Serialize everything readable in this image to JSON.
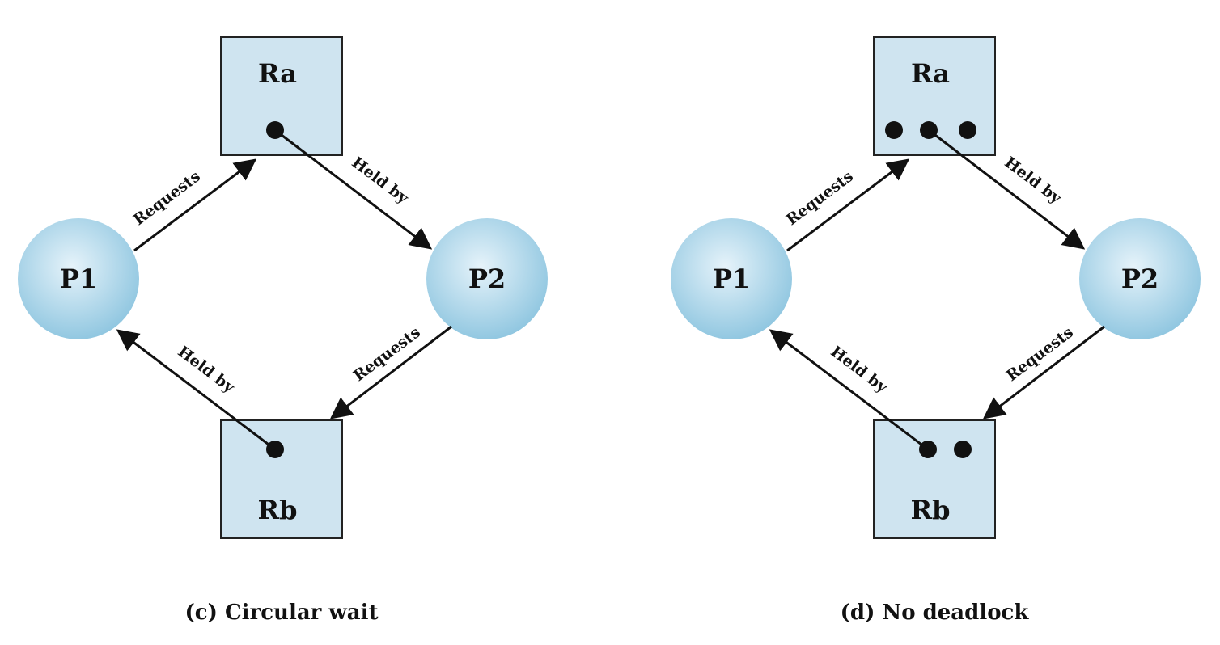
{
  "diagrams": [
    {
      "caption": "(c) Circular wait",
      "processes": [
        "P1",
        "P2"
      ],
      "resources": [
        "Ra",
        "Rb"
      ],
      "ra_instances": 1,
      "rb_instances": 1,
      "edges": {
        "p1_to_ra": "Requests",
        "ra_to_p2": "Held by",
        "p2_to_rb": "Requests",
        "rb_to_p1": "Held by"
      }
    },
    {
      "caption": "(d) No deadlock",
      "processes": [
        "P1",
        "P2"
      ],
      "resources": [
        "Ra",
        "Rb"
      ],
      "ra_instances": 3,
      "rb_instances": 2,
      "edges": {
        "p1_to_ra": "Requests",
        "ra_to_p2": "Held by",
        "p2_to_rb": "Requests",
        "rb_to_p1": "Held by"
      }
    }
  ],
  "colors": {
    "resource_fill": "#cfe4f0",
    "process_light": "#e6f3fa",
    "process_dark": "#8fc6e0",
    "ink": "#111111"
  }
}
